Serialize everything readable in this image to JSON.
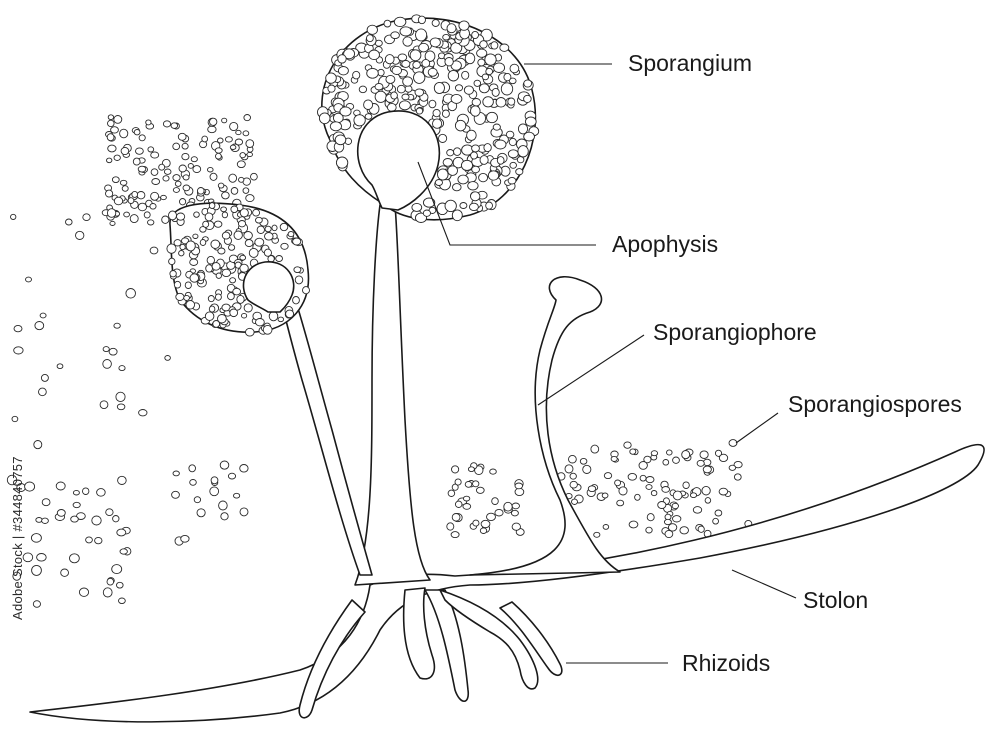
{
  "labels": {
    "sporangium": "Sporangium",
    "apophysis": "Apophysis",
    "sporangiophore": "Sporangiophore",
    "sporangiospores": "Sporangiospores",
    "stolon": "Stolon",
    "rhizoids": "Rhizoids"
  },
  "watermark": "Adobe Stock | #344840757",
  "colors": {
    "ink": "#1a1a1a",
    "background": "#ffffff"
  }
}
